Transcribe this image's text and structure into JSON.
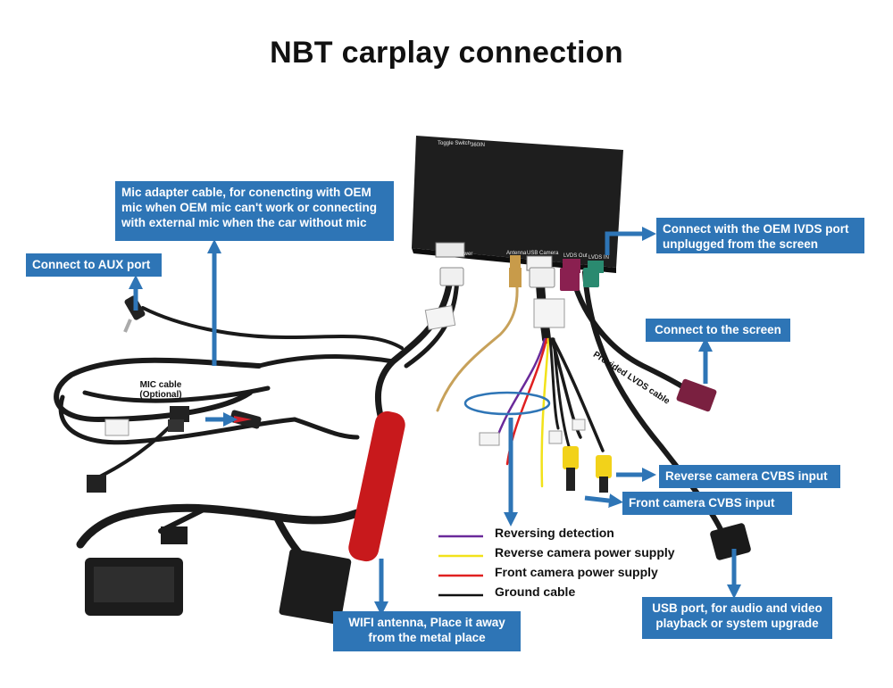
{
  "title": "NBT carplay connection",
  "colors": {
    "callout_bg": "#2e75b6",
    "arrow": "#2e75b6",
    "reversing": "#6a2a9a",
    "reverse_power": "#f2e21a",
    "front_power": "#e02020",
    "ground": "#111111"
  },
  "box_labels": {
    "toggle_switch": "Toggle Switch",
    "model": "360IN",
    "can_power": "CAN Power",
    "antenna": "Antenna",
    "usb_camera": "USB Camera",
    "lvds_out": "LVDS Out",
    "lvds_in": "LVDS IN"
  },
  "callouts": {
    "mic_adapter": "Mic adapter cable, for conencting  with OEM\nmic when OEM mic can't work or connecting\nwith external mic when the car without mic",
    "aux": "Connect to AUX port",
    "oem_lvds": "Connect with the OEM lVDS port\nunplugged  from the screen",
    "screen": "Connect to the screen",
    "reverse_cvbs": "Reverse camera CVBS input",
    "front_cvbs": "Front camera CVBS input",
    "usb": "USB port, for audio and video\nplayback or system upgrade",
    "wifi": "WIFI antenna, Place it away\nfrom the metal place"
  },
  "labels": {
    "mic_cable": "MIC cable\n(Optional)",
    "lvds_cable": "Provided LVDS cable"
  },
  "legend": [
    {
      "label": "Reversing detection",
      "color": "#6a2a9a"
    },
    {
      "label": "Reverse camera power supply",
      "color": "#f2e21a"
    },
    {
      "label": "Front camera power supply",
      "color": "#e02020"
    },
    {
      "label": "Ground cable",
      "color": "#111111"
    }
  ]
}
